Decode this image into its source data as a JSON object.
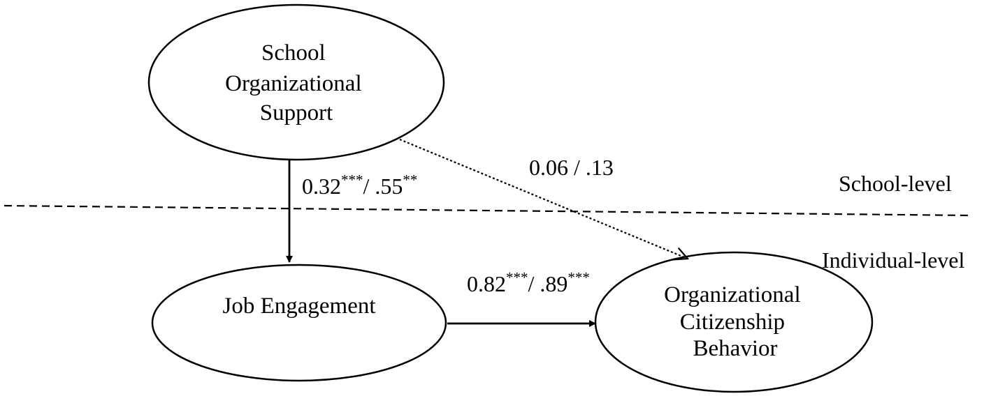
{
  "nodes": {
    "school_support": {
      "lines": [
        "School",
        "Organizational",
        "Support"
      ]
    },
    "job_engagement": {
      "lines": [
        "Job Engagement"
      ]
    },
    "ocb": {
      "lines": [
        "Organizational",
        "Citizenship",
        "Behavior"
      ]
    }
  },
  "paths": {
    "support_to_engagement": {
      "value": "0.32",
      "sig": "***",
      "sep": "/ ",
      "std": ".55",
      "std_sig": "**"
    },
    "engagement_to_ocb": {
      "value": "0.82",
      "sig": "***",
      "sep": "/ ",
      "std": ".89",
      "std_sig": "***"
    },
    "support_to_ocb": {
      "label": "0.06 / .13"
    }
  },
  "levels": {
    "school": "School-level",
    "individual": "Individual-level"
  }
}
